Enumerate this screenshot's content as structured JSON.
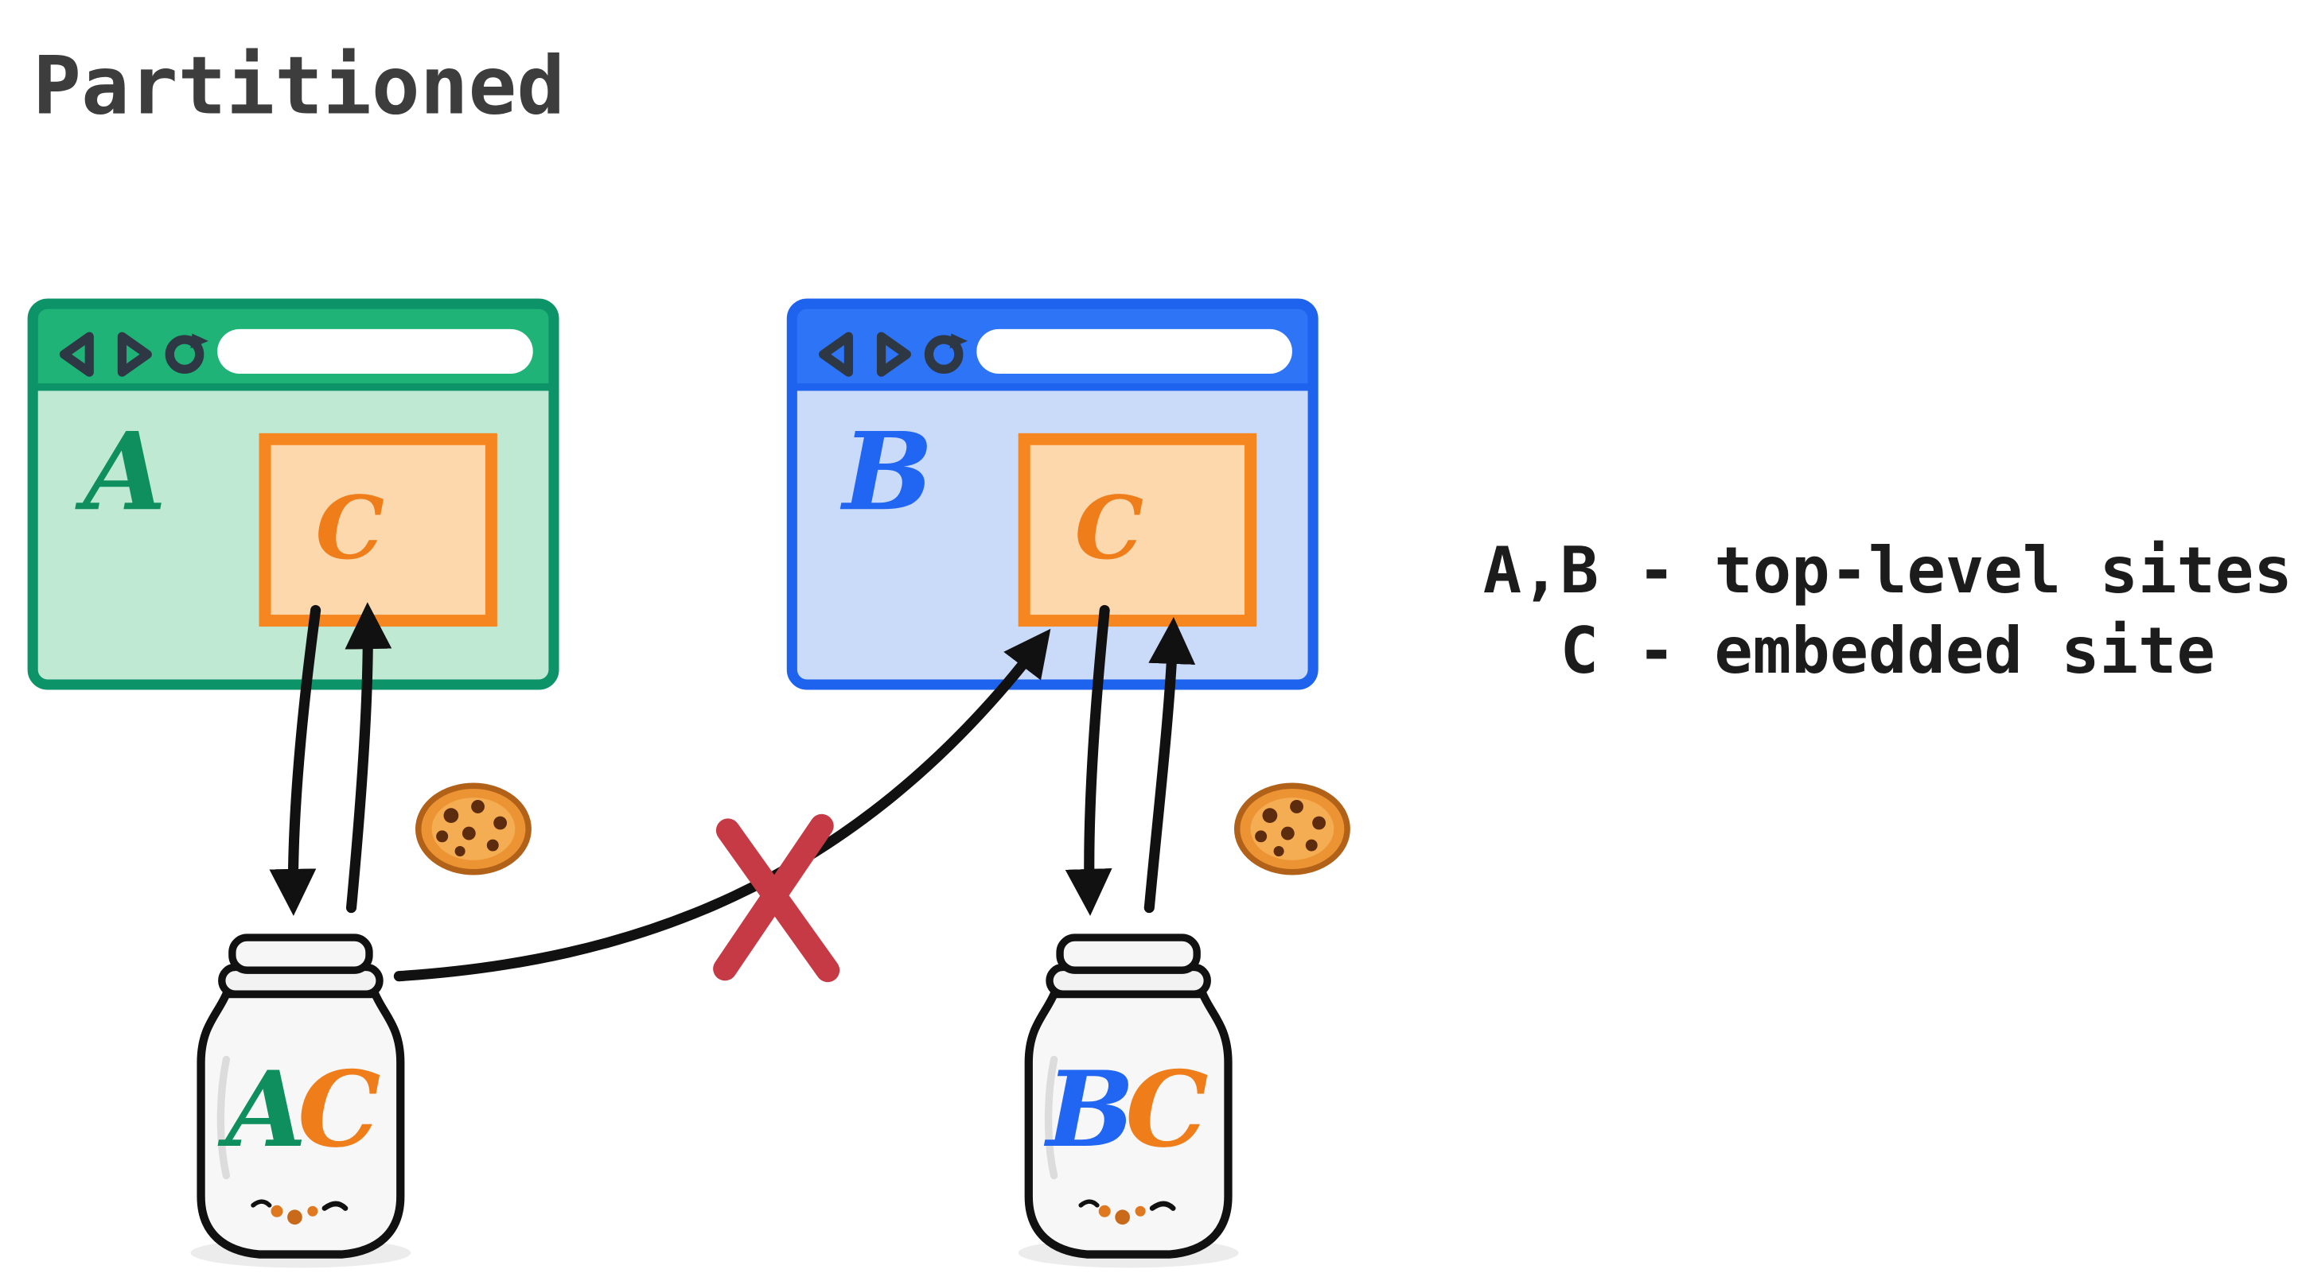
{
  "title": "Partitioned",
  "legend": {
    "line1": "A,B - top-level sites",
    "line2": "C - embedded site"
  },
  "windows": {
    "a": {
      "label": "A",
      "embedded": "C"
    },
    "b": {
      "label": "B",
      "embedded": "C"
    }
  },
  "jars": {
    "ac": {
      "first": "A",
      "second": "C"
    },
    "bc": {
      "first": "B",
      "second": "C"
    }
  },
  "icons": {
    "back": "left-triangle",
    "forward": "right-triangle",
    "reload": "circular-arrow",
    "cookie": "chocolate-chip-cookie",
    "blocked": "red-x"
  },
  "colors": {
    "green_border": "#0d9368",
    "green_toolbar": "#1fb377",
    "green_body": "#bfe9d3",
    "green_letter": "#0f8f5e",
    "blue_border": "#1e63ee",
    "blue_toolbar": "#2d74f6",
    "blue_body": "#cadaf9",
    "blue_letter": "#2166f3",
    "orange_border": "#f6861f",
    "orange_body": "#fdd8ad",
    "orange_letter": "#ef7d1a",
    "ink": "#111111",
    "red_x": "#c53a45",
    "cookie_base": "#ec9433",
    "title_color": "#3d3d3d"
  }
}
